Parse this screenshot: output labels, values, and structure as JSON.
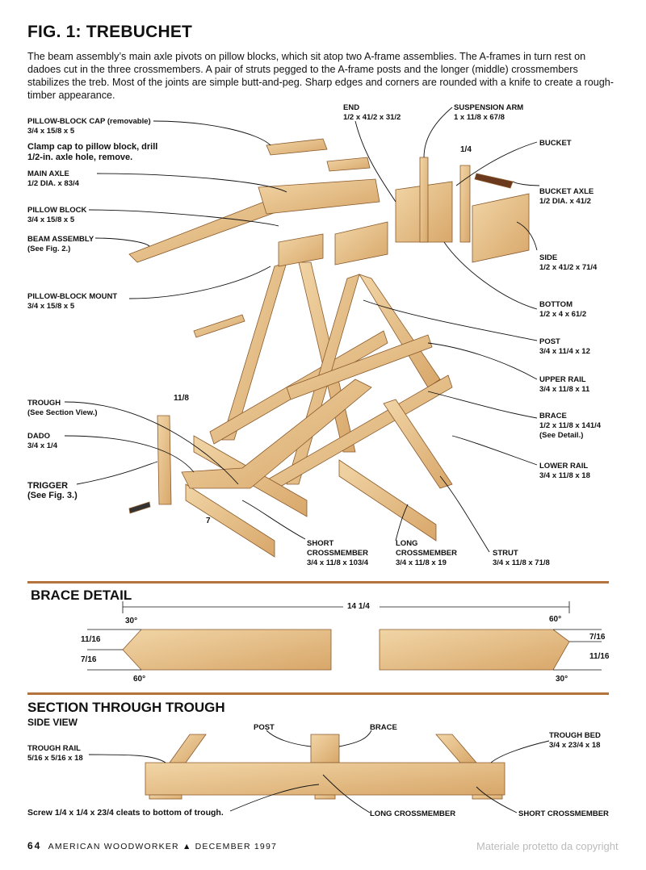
{
  "page": {
    "title": "FIG. 1: TREBUCHET",
    "intro": "The beam assembly’s main axle pivots on pillow blocks, which sit atop two A-frame assemblies. The A-frames in turn rest on dadoes cut in the three crossmembers. A pair of struts pegged to the A-frame posts and the longer (middle) crossmembers stabilizes the treb. Most of the joints are simple butt-and-peg. Sharp edges and corners are rounded with a knife to create a rough-timber appearance."
  },
  "labels": {
    "pillow_block_cap": {
      "name": "PILLOW-BLOCK CAP (removable)",
      "dim": "3/4 x 15/8 x 5"
    },
    "clamp_note": "Clamp cap to pillow block, drill 1/2-in. axle hole, remove.",
    "main_axle": {
      "name": "MAIN AXLE",
      "dim": "1/2 DIA. x 83/4"
    },
    "pillow_block": {
      "name": "PILLOW BLOCK",
      "dim": "3/4 x 15/8 x 5"
    },
    "beam_assembly": {
      "name": "BEAM ASSEMBLY",
      "dim": "(See Fig. 2.)"
    },
    "pillow_block_mount": {
      "name": "PILLOW-BLOCK MOUNT",
      "dim": "3/4 x 15/8 x 5"
    },
    "trough": {
      "name": "TROUGH",
      "dim": "(See Section View.)"
    },
    "dado": {
      "name": "DADO",
      "dim": "3/4 x 1/4"
    },
    "trigger": {
      "name": "TRIGGER",
      "dim": "(See Fig. 3.)"
    },
    "end": {
      "name": "END",
      "dim": "1/2 x 41/2 x 31/2"
    },
    "suspension_arm": {
      "name": "SUSPENSION ARM",
      "dim": "1 x 11/8 x 67/8"
    },
    "bucket": {
      "name": "BUCKET"
    },
    "bucket_axle": {
      "name": "BUCKET AXLE",
      "dim": "1/2 DIA. x 41/2"
    },
    "side": {
      "name": "SIDE",
      "dim": "1/2 x 41/2 x 71/4"
    },
    "bottom": {
      "name": "BOTTOM",
      "dim": "1/2 x 4 x 61/2"
    },
    "post": {
      "name": "POST",
      "dim": "3/4 x 11/4 x 12"
    },
    "upper_rail": {
      "name": "UPPER RAIL",
      "dim": "3/4 x 11/8 x 11"
    },
    "brace": {
      "name": "BRACE",
      "dim": "1/2 x 11/8 x 141/4",
      "extra": "(See Detail.)"
    },
    "lower_rail": {
      "name": "LOWER RAIL",
      "dim": "3/4 x 11/8 x 18"
    },
    "strut": {
      "name": "STRUT",
      "dim": "3/4 x 11/8 x 71/8"
    },
    "long_crossmember": {
      "name": "LONG CROSSMEMBER",
      "dim": "3/4 x 11/8 x 19"
    },
    "short_crossmember": {
      "name": "SHORT CROSSMEMBER",
      "dim": "3/4 x 11/8 x 103/4"
    },
    "dim_1_4": "1/4",
    "dim_1_1_8": "11/8",
    "dim_7": "7"
  },
  "brace_detail": {
    "heading": "BRACE DETAIL",
    "length": "14 1/4",
    "angle_tl": "30°",
    "angle_bl": "60°",
    "angle_tr": "60°",
    "angle_br": "30°",
    "left_top": "11/16",
    "left_bot": "7/16",
    "right_top": "7/16",
    "right_bot": "11/16"
  },
  "section": {
    "heading": "SECTION THROUGH TROUGH",
    "sub": "SIDE VIEW",
    "trough_rail": {
      "name": "TROUGH RAIL",
      "dim": "5/16 x 5/16 x 18"
    },
    "post": "POST",
    "brace": "BRACE",
    "trough_bed": {
      "name": "TROUGH BED",
      "dim": "3/4 x 23/4 x 18"
    },
    "screw_note": "Screw 1/4 x 1/4 x 23/4 cleats to bottom of trough.",
    "long_crossmember": "LONG CROSSMEMBER",
    "short_crossmember": "SHORT CROSSMEMBER"
  },
  "footer": {
    "page_num": "64",
    "magazine": "AMERICAN WOODWORKER ▲ DECEMBER 1997",
    "watermark": "Materiale protetto da copyright"
  },
  "colors": {
    "wood": "#e7c38f",
    "wood_dark": "#c7955a",
    "rule": "#b5733c"
  }
}
